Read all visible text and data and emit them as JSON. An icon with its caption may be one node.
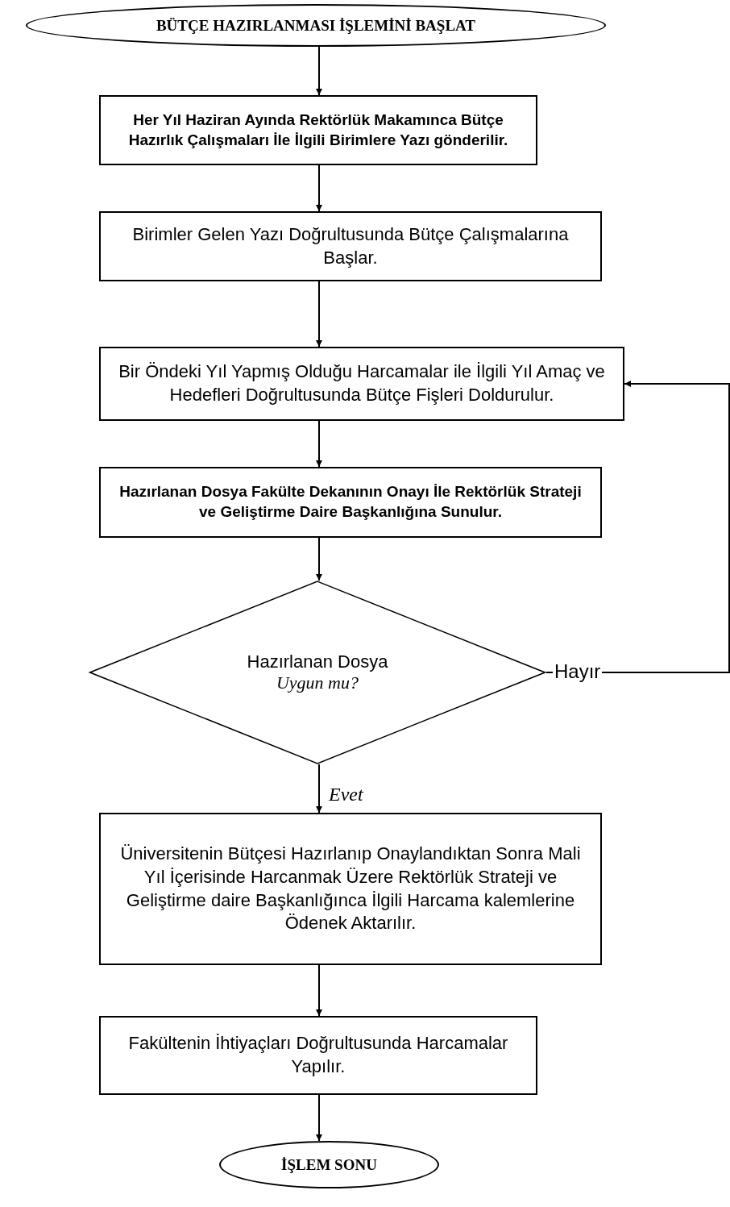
{
  "diagram": {
    "nodes": [
      {
        "text": [
          "BÜTÇE  HAZIRLANMASI İŞLEMİNİ BAŞLAT"
        ]
      },
      {
        "text": [
          "Her Yıl Haziran Ayında Rektörlük Makamınca Bütçe Hazırlık Çalışmaları İle İlgili Birimlere Yazı gönderilir."
        ]
      },
      {
        "text": [
          "Birimler Gelen Yazı Doğrultusunda Bütçe Çalışmalarına Başlar."
        ]
      },
      {
        "text": [
          "Bir Öndeki Yıl Yapmış Olduğu Harcamalar ile İlgili Yıl Amaç ve Hedefleri Doğrultusunda Bütçe Fişleri Doldurulur."
        ]
      },
      {
        "text": [
          "Hazırlanan Dosya Fakülte  Dekanının Onayı İle Rektörlük Strateji ve Geliştirme Daire Başkanlığına Sunulur."
        ]
      },
      {
        "text": [
          "Hazırlanan Dosya",
          "Uygun mu?"
        ]
      },
      {
        "text": [
          "Üniversitenin Bütçesi Hazırlanıp Onaylandıktan Sonra Mali Yıl İçerisinde Harcanmak Üzere Rektörlük Strateji ve Geliştirme daire Başkanlığınca İlgili Harcama kalemlerine Ödenek Aktarılır."
        ]
      },
      {
        "text": [
          "Fakültenin İhtiyaçları Doğrultusunda Harcamalar Yapılır."
        ]
      },
      {
        "text": [
          "İŞLEM SONU"
        ]
      }
    ],
    "edges": [
      {
        "from": 0,
        "to": 1,
        "arrow": "to"
      },
      {
        "from": 1,
        "to": 2,
        "arrow": "to"
      },
      {
        "from": 2,
        "to": 3,
        "arrow": "to"
      },
      {
        "from": 3,
        "to": 4,
        "arrow": "to"
      },
      {
        "from": 4,
        "to": 5,
        "arrow": "to"
      },
      {
        "from": 5,
        "to": 3,
        "arrow": "to",
        "label": "Hayır"
      },
      {
        "from": 5,
        "to": 6,
        "arrow": "to",
        "label": "Evet"
      },
      {
        "from": 6,
        "to": 7,
        "arrow": "to"
      },
      {
        "from": 7,
        "to": 8,
        "arrow": "to"
      }
    ]
  }
}
